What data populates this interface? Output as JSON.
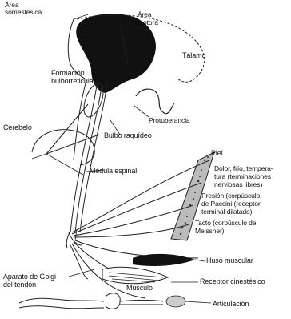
{
  "figure": {
    "labels": {
      "area_somestesica": [
        "Área",
        "somestésica"
      ],
      "area_motora": [
        "Área",
        "motora"
      ],
      "talamo": "Tálamo",
      "formacion_bulborreticular": [
        "Formación",
        "bulborreticular"
      ],
      "protuberancia": "Protuberancia",
      "cerebelo": "Cerebelo",
      "bulbo_raquideo": "Bulbo raquídeo",
      "medula_espinal": "Médula espinal",
      "piel": "Piel",
      "dolor": [
        "Dolor, frío, tempera-",
        "tura (terminaciones",
        "nerviosas libres)"
      ],
      "presion": [
        "Presión (corpúsculo",
        "de Paccini (receptor",
        "terminal dilatado)"
      ],
      "tacto": [
        "Tacto (corpúsculo de",
        "Meissner)"
      ],
      "aparato_golgi": [
        "Aparato de Golgi",
        "del tendón"
      ],
      "huso_muscular": "Huso muscular",
      "musculo": "Músculo",
      "receptor_cinestesico": "Receptor cinestésico",
      "articulacion": "Articulación"
    }
  }
}
